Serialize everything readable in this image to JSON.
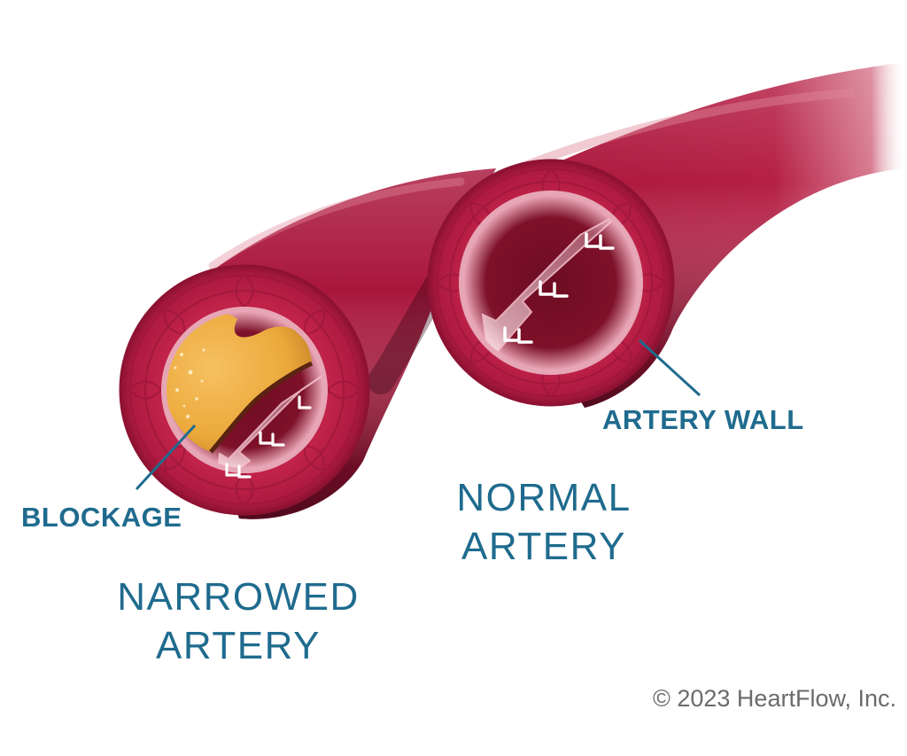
{
  "labels": {
    "blockage": "BLOCKAGE",
    "artery_wall": "ARTERY WALL",
    "normal_artery_line1": "NORMAL",
    "normal_artery_line2": "ARTERY",
    "narrowed_artery_line1": "NARROWED",
    "narrowed_artery_line2": "ARTERY"
  },
  "copyright": "© 2023 HeartFlow, Inc.",
  "colors": {
    "label_blue": "#1f6b8e",
    "copyright_gray": "#6b6b6b",
    "artery_red": "#b0193c",
    "artery_dark": "#5a0a1e",
    "plaque_yellow": "#eba93a",
    "lumen_pink": "#f2b6c2",
    "flow_arrow": "#f6d2da"
  },
  "icons": {
    "blood_flow": "chevron-arrow-icon",
    "plaque": "plaque-blob"
  }
}
